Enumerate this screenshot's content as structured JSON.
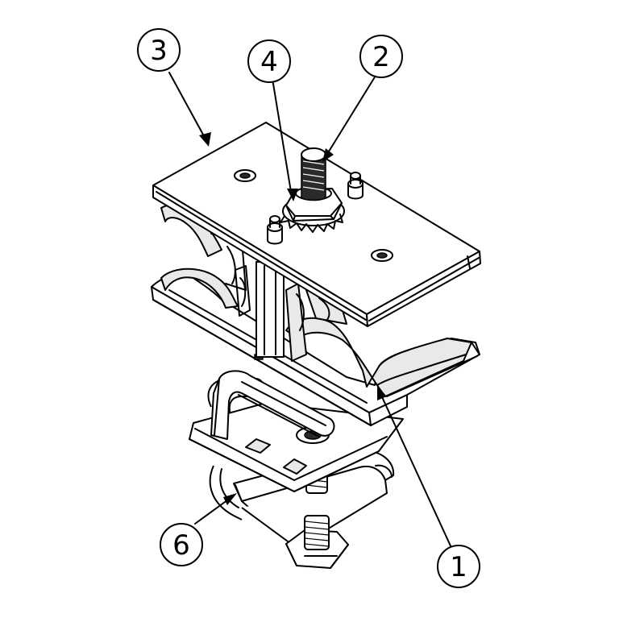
{
  "callouts": [
    {
      "id": "3",
      "label": "3"
    },
    {
      "id": "4",
      "label": "4"
    },
    {
      "id": "2",
      "label": "2"
    },
    {
      "id": "6",
      "label": "6"
    },
    {
      "id": "1",
      "label": "1"
    }
  ],
  "colors": {
    "line": "#000000",
    "background": "#ffffff",
    "shade": "#e9e9e9"
  }
}
